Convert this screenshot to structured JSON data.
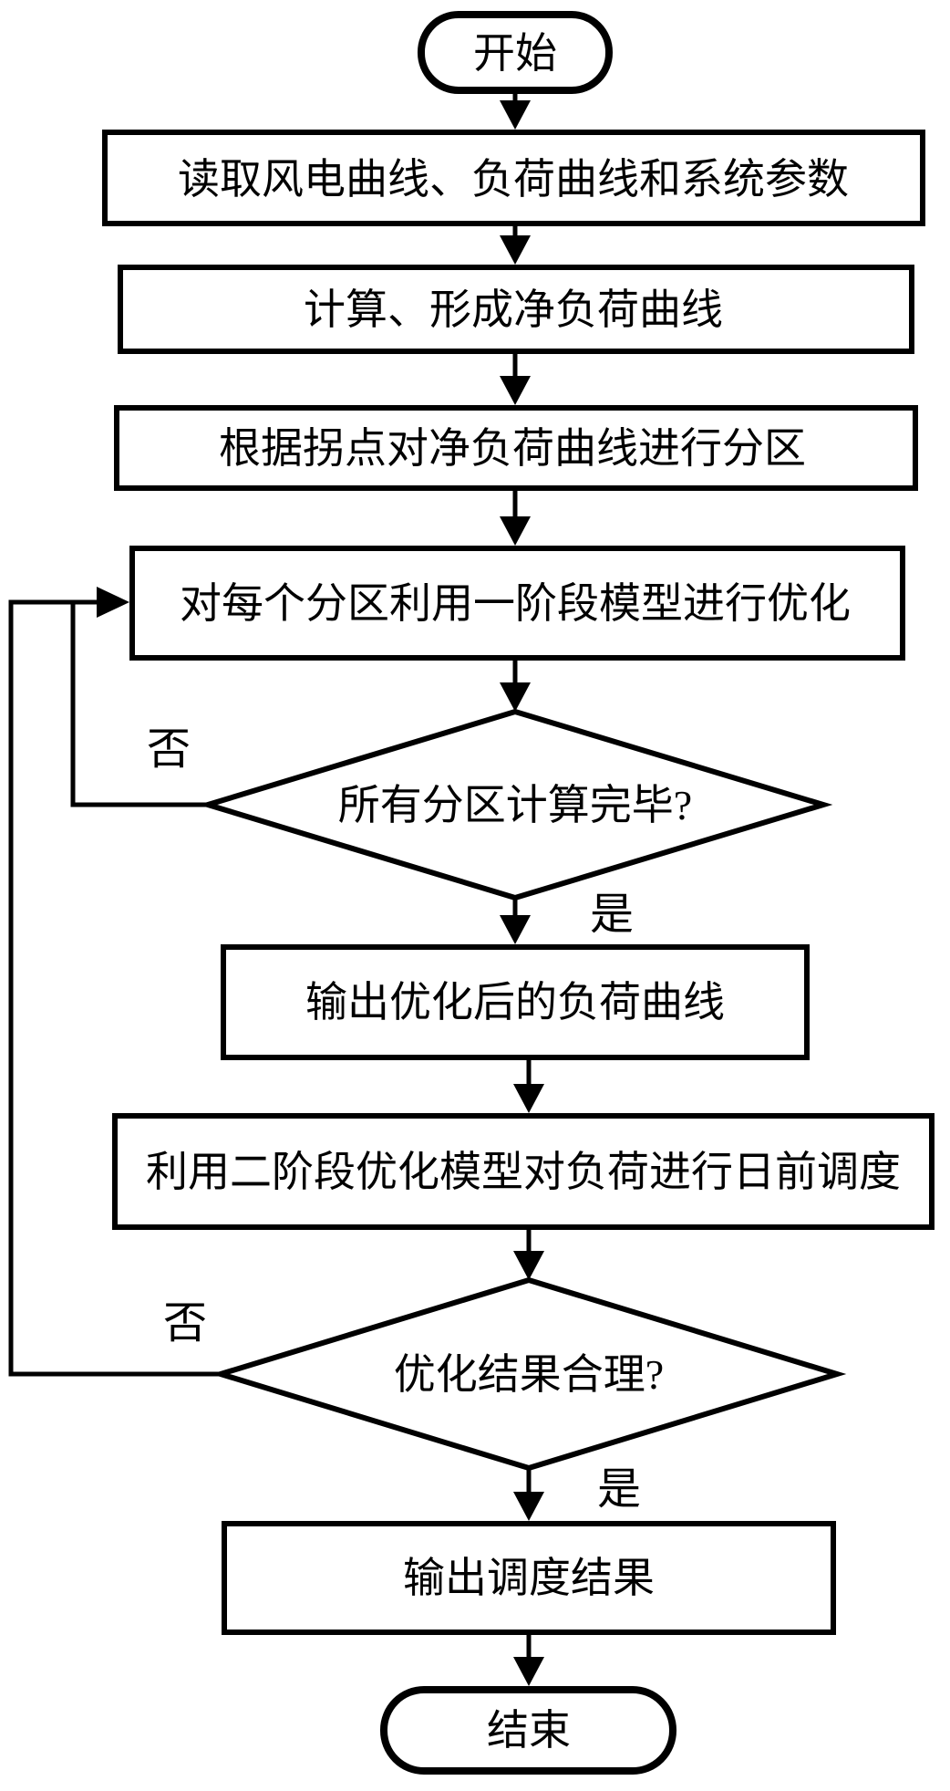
{
  "page": {
    "background_color": "#ffffff",
    "line_color": "#000000"
  },
  "flowchart": {
    "start_label": "开始",
    "end_label": "结束",
    "steps": {
      "read_data": "读取风电曲线、负荷曲线和系统参数",
      "compute_net_load": "计算、形成净负荷曲线",
      "partition": "根据拐点对净负荷曲线进行分区",
      "stage1_optimize": "对每个分区利用一阶段模型进行优化",
      "output_optimized_curve": "输出优化后的负荷曲线",
      "stage2_dispatch": "利用二阶段优化模型对负荷进行日前调度",
      "output_result": "输出调度结果"
    },
    "decisions": {
      "all_partitions_done": "所有分区计算完毕?",
      "result_reasonable": "优化结果合理?"
    },
    "branches": {
      "no_1": "否",
      "yes_1": "是",
      "no_2": "否",
      "yes_2": "是"
    }
  }
}
